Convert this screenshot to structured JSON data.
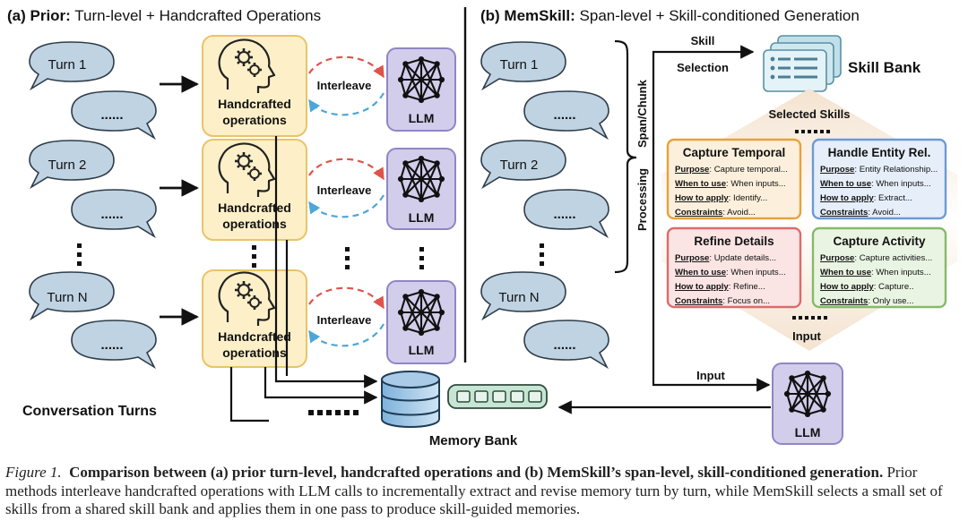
{
  "panel_a": {
    "title_prefix": "(a) Prior:",
    "title_rest": " Turn-level + Handcrafted Operations",
    "turns": [
      "Turn 1",
      "Turn 2",
      "Turn N"
    ],
    "ellipsis": "......",
    "handcrafted_line1": "Handcrafted",
    "handcrafted_line2": "operations",
    "interleave": "Interleave",
    "llm": "LLM",
    "conversation_turns": "Conversation Turns",
    "memory_bank": "Memory Bank"
  },
  "panel_b": {
    "title_prefix": "(b) MemSkill:",
    "title_rest": " Span-level + Skill-conditioned Generation",
    "turns": [
      "Turn 1",
      "Turn 2",
      "Turn N"
    ],
    "ellipsis": "......",
    "processing": "Processing",
    "span_chunk": "Span/Chunk",
    "skill": "Skill",
    "selection": "Selection",
    "skill_bank": "Skill Bank",
    "selected_skills": "Selected Skills",
    "input_top": "Input",
    "input_bottom": "Input",
    "llm": "LLM",
    "field_labels": [
      "Purpose",
      "When to use",
      "How to apply",
      "Constraints"
    ],
    "skills": [
      {
        "title": "Capture Temporal",
        "values": [
          "Capture temporal...",
          "When inputs...",
          "Identify...",
          "Avoid..."
        ],
        "color": "#e8a13c",
        "fill": "#fcf0dc"
      },
      {
        "title": "Handle Entity Rel.",
        "values": [
          "Entity Relationship...",
          "When inputs...",
          "Extract...",
          "Avoid..."
        ],
        "color": "#6b9ad6",
        "fill": "#e6eefa"
      },
      {
        "title": "Refine Details",
        "values": [
          "Update details...",
          "When inputs...",
          "Refine...",
          "Focus on..."
        ],
        "color": "#dc6b6b",
        "fill": "#fbe4e4"
      },
      {
        "title": "Capture Activity",
        "values": [
          "Capture activities...",
          "When inputs...",
          "Capture..",
          "Only use..."
        ],
        "color": "#86b96a",
        "fill": "#eaf4e3"
      }
    ]
  },
  "caption": {
    "label": "Figure 1.",
    "bold": "Comparison between (a) prior turn-level, handcrafted operations and (b) MemSkill’s span-level, skill-conditioned generation.",
    "rest": " Prior methods interleave handcrafted operations with LLM calls to incrementally extract and revise memory turn by turn, while MemSkill selects a small set of skills from a shared skill bank and applies them in one pass to produce skill-guided memories."
  },
  "colors": {
    "bubble": "#bfd3e3",
    "handcrafted": "#fdf0c8",
    "handcrafted_border": "#e8c46a",
    "llm": "#d2cdeb",
    "llm_border": "#8f86c4",
    "memory": "#c9dff0",
    "memory_border": "#5b8fb6",
    "dashed_red": "#e0534a",
    "dashed_blue": "#4ea6d8"
  }
}
